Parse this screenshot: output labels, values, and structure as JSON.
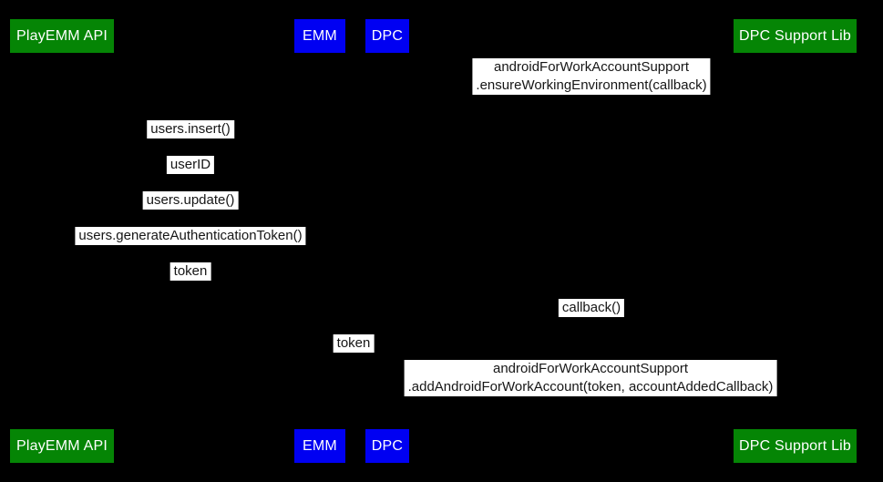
{
  "colors": {
    "background": "#000000",
    "participant_green": "#058505",
    "participant_blue": "#0000f2",
    "participant_text": "#ffffff",
    "message_label_bg": "#ffffff",
    "message_label_text": "#161616"
  },
  "participants": {
    "playemm": {
      "label": "PlayEMM API",
      "color": "#058505"
    },
    "emm": {
      "label": "EMM",
      "color": "#0000f2"
    },
    "dpc": {
      "label": "DPC",
      "color": "#0000f2"
    },
    "dpc_support_lib": {
      "label": "DPC Support Lib",
      "color": "#058505"
    }
  },
  "messages": {
    "ensure_working_environment": {
      "line1": "androidForWorkAccountSupport",
      "line2": ".ensureWorkingEnvironment(callback)"
    },
    "users_insert": {
      "label": "users.insert()"
    },
    "user_id": {
      "label": "userID"
    },
    "users_update": {
      "label": "users.update()"
    },
    "users_generate_authentication_token": {
      "label": "users.generateAuthenticationToken()"
    },
    "token_to_playemm": {
      "label": "token"
    },
    "callback": {
      "label": "callback()"
    },
    "token_to_dpc": {
      "label": "token"
    },
    "add_android_for_work_account": {
      "line1": "androidForWorkAccountSupport",
      "line2": ".addAndroidForWorkAccount(token, accountAddedCallback)"
    }
  }
}
